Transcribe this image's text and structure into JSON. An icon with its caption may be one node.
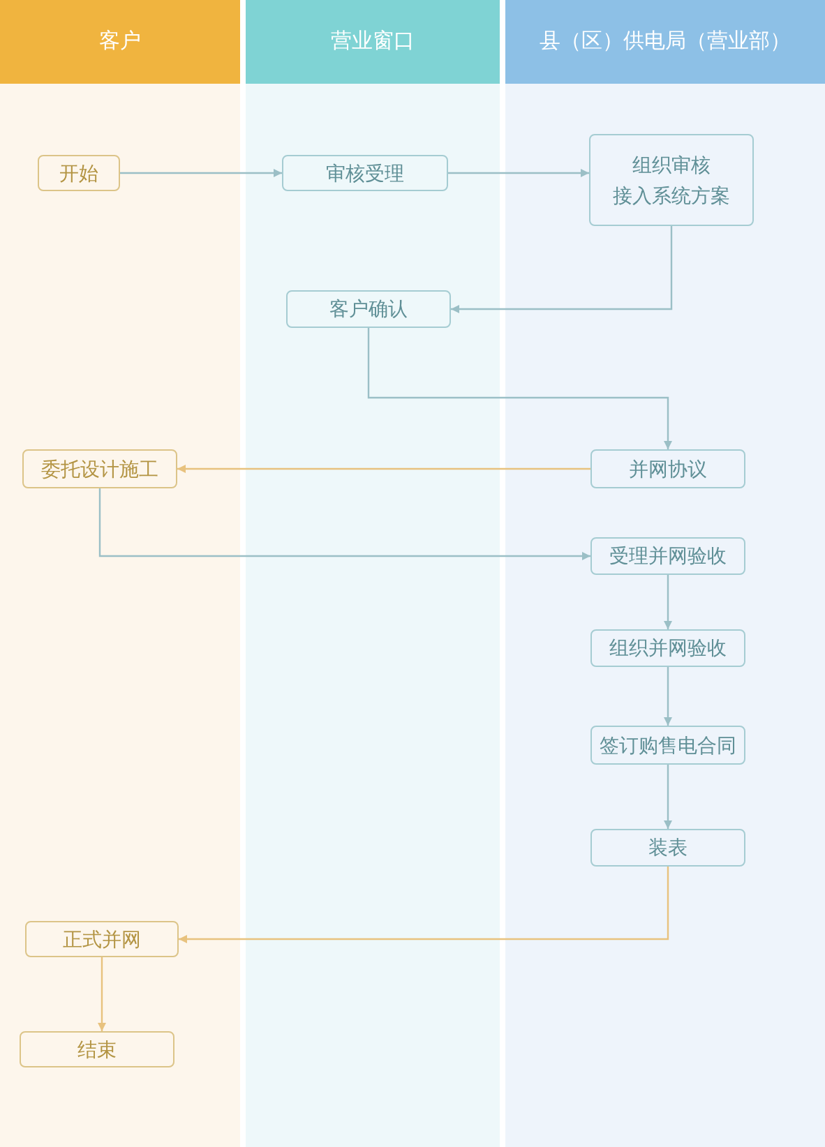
{
  "diagram": {
    "nodes": [
      {
        "text": [
          "客户"
        ]
      },
      {
        "text": [
          "营业窗口"
        ]
      },
      {
        "text": [
          "县（区）供电局（营业部）"
        ]
      },
      {
        "text": [
          "开始"
        ],
        "in": 0
      },
      {
        "text": [
          "审核受理"
        ],
        "in": 1
      },
      {
        "text": [
          "组织审核",
          "接入系统方案"
        ],
        "in": 2
      },
      {
        "text": [
          "客户确认"
        ],
        "in": 1
      },
      {
        "text": [
          "并网协议"
        ],
        "in": 2
      },
      {
        "text": [
          "委托设计施工"
        ],
        "in": 0
      },
      {
        "text": [
          "受理并网验收"
        ],
        "in": 2
      },
      {
        "text": [
          "组织并网验收"
        ],
        "in": 2
      },
      {
        "text": [
          "签订购售电合同"
        ],
        "in": 2
      },
      {
        "text": [
          "装表"
        ],
        "in": 2
      },
      {
        "text": [
          "正式并网"
        ],
        "in": 0
      },
      {
        "text": [
          "结束"
        ],
        "in": 0
      }
    ],
    "edges": [
      {
        "from": 3,
        "to": 4,
        "arrow": "to"
      },
      {
        "from": 4,
        "to": 5,
        "arrow": "to"
      },
      {
        "from": 5,
        "to": 6,
        "arrow": "to"
      },
      {
        "from": 6,
        "to": 7,
        "arrow": "to"
      },
      {
        "from": 7,
        "to": 8,
        "arrow": "to",
        "color": "#e8c27e"
      },
      {
        "from": 8,
        "to": 9,
        "arrow": "to"
      },
      {
        "from": 9,
        "to": 10,
        "arrow": "to"
      },
      {
        "from": 10,
        "to": 11,
        "arrow": "to"
      },
      {
        "from": 11,
        "to": 12,
        "arrow": "to"
      },
      {
        "from": 12,
        "to": 13,
        "arrow": "to",
        "color": "#e8c27e"
      },
      {
        "from": 13,
        "to": 14,
        "arrow": "to",
        "color": "#e8c27e"
      }
    ]
  }
}
